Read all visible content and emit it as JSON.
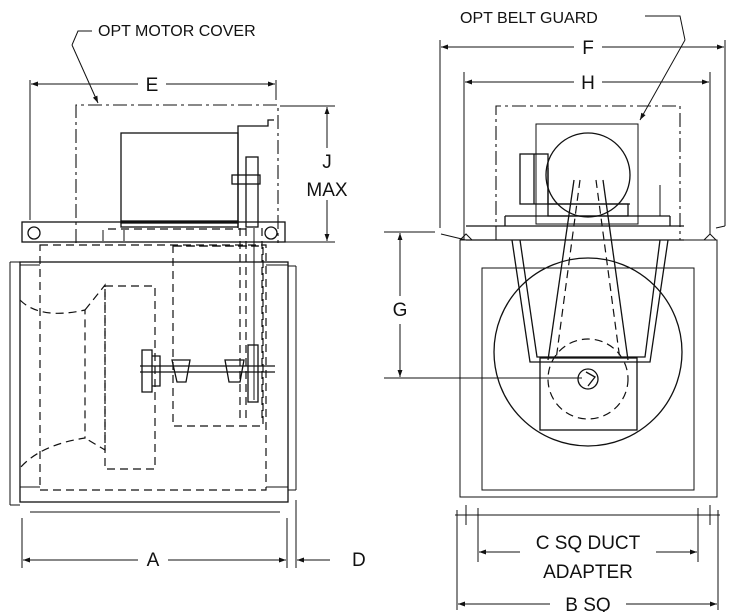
{
  "labels": {
    "opt_motor_cover": "OPT MOTOR COVER",
    "opt_belt_guard": "OPT BELT GUARD",
    "dim_e": "E",
    "dim_j": "J",
    "dim_max": "MAX",
    "dim_a": "A",
    "dim_d": "D",
    "dim_f": "F",
    "dim_h": "H",
    "dim_g": "G",
    "dim_c_line1": "C SQ DUCT",
    "dim_c_line2": "ADAPTER",
    "dim_b": "B SQ"
  }
}
